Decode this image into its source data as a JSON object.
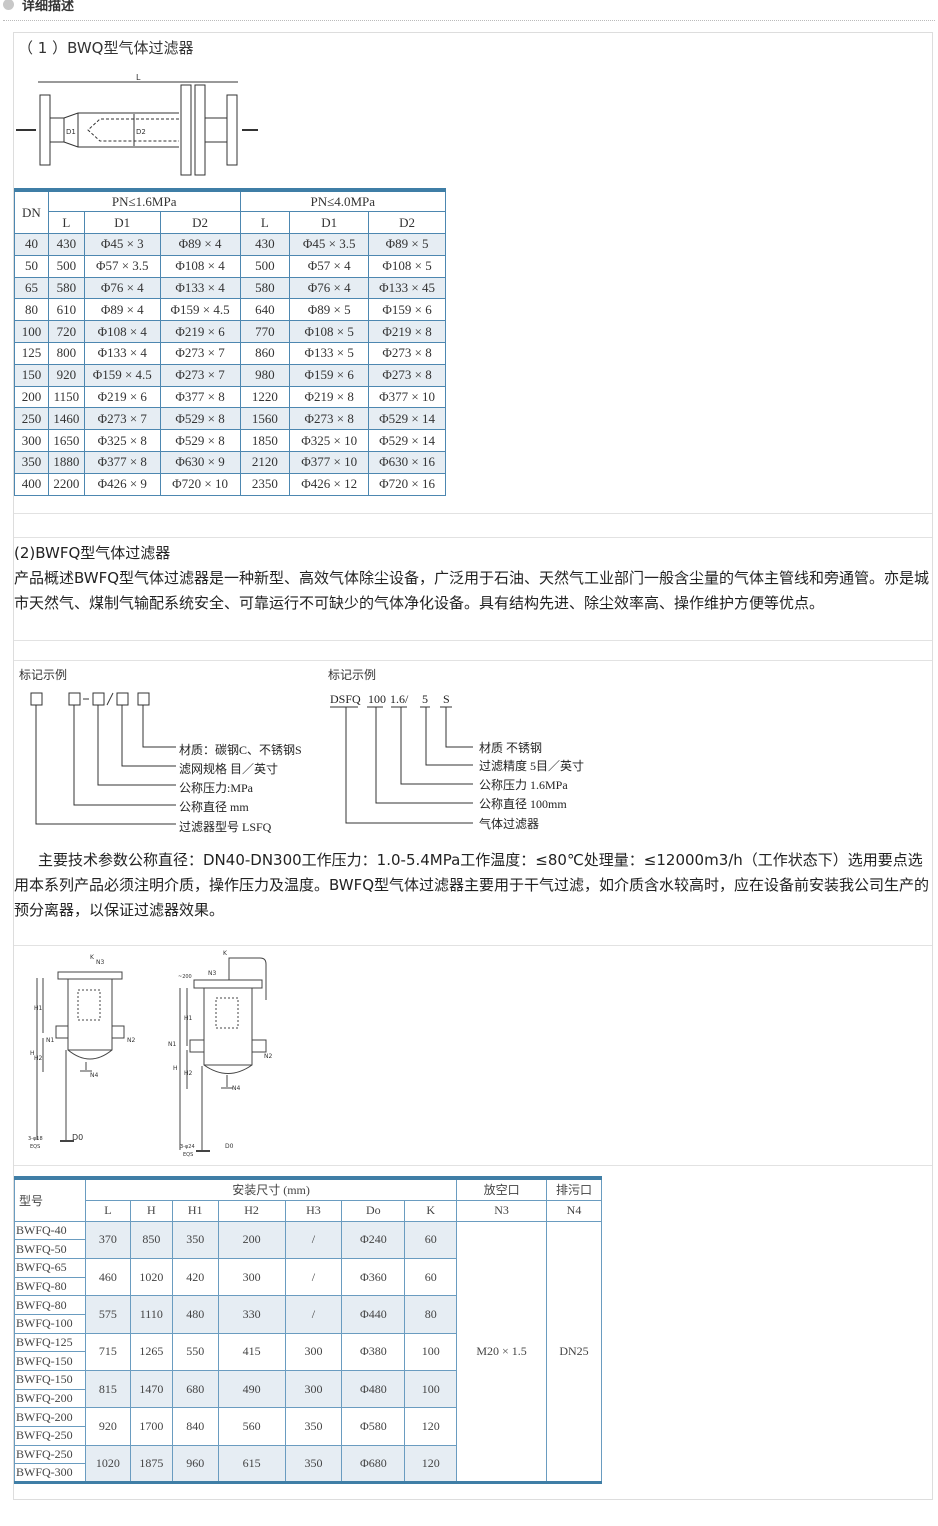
{
  "header": {
    "title": "详细描述"
  },
  "section1": {
    "title": "（ 1 ）BWQ型气体过滤器",
    "diagram_labels": {
      "length": "L",
      "d1": "D1",
      "d2": "D2"
    },
    "table": {
      "dn_header": "DN",
      "group1": "PN≤1.6MPa",
      "group2": "PN≤4.0MPa",
      "subheaders": [
        "L",
        "D1",
        "D2",
        "L",
        "D1",
        "D2"
      ],
      "rows": [
        [
          "40",
          "430",
          "Φ45 × 3",
          "Φ89 × 4",
          "430",
          "Φ45 × 3.5",
          "Φ89 × 5"
        ],
        [
          "50",
          "500",
          "Φ57 × 3.5",
          "Φ108 × 4",
          "500",
          "Φ57 × 4",
          "Φ108 × 5"
        ],
        [
          "65",
          "580",
          "Φ76 × 4",
          "Φ133 × 4",
          "580",
          "Φ76 × 4",
          "Φ133 × 45"
        ],
        [
          "80",
          "610",
          "Φ89 × 4",
          "Φ159 × 4.5",
          "640",
          "Φ89 × 5",
          "Φ159 × 6"
        ],
        [
          "100",
          "720",
          "Φ108 × 4",
          "Φ219 × 6",
          "770",
          "Φ108 × 5",
          "Φ219 × 8"
        ],
        [
          "125",
          "800",
          "Φ133 × 4",
          "Φ273 × 7",
          "860",
          "Φ133 × 5",
          "Φ273 × 8"
        ],
        [
          "150",
          "920",
          "Φ159 × 4.5",
          "Φ273 × 7",
          "980",
          "Φ159 × 6",
          "Φ273 × 8"
        ],
        [
          "200",
          "1150",
          "Φ219 × 6",
          "Φ377 × 8",
          "1220",
          "Φ219 × 8",
          "Φ377 × 10"
        ],
        [
          "250",
          "1460",
          "Φ273 × 7",
          "Φ529 × 8",
          "1560",
          "Φ273 × 8",
          "Φ529 × 14"
        ],
        [
          "300",
          "1650",
          "Φ325 × 8",
          "Φ529 × 8",
          "1850",
          "Φ325 × 10",
          "Φ529 × 14"
        ],
        [
          "350",
          "1880",
          "Φ377 × 8",
          "Φ630 × 9",
          "2120",
          "Φ377 × 10",
          "Φ630 × 16"
        ],
        [
          "400",
          "2200",
          "Φ426 × 9",
          "Φ720 × 10",
          "2350",
          "Φ426 × 12",
          "Φ720 × 16"
        ]
      ]
    }
  },
  "section2": {
    "title": "(2)BWFQ型气体过滤器",
    "description": "产品概述BWFQ型气体过滤器是一种新型、高效气体除尘设备，广泛用于石油、天然气工业部门一般含尘量的气体主管线和旁通管。亦是城市天然气、煤制气输配系统安全、可靠运行不可缺少的气体净化设备。具有结构先进、除尘效率高、操作维护方便等优点。",
    "marking_left": {
      "title": "标记示例",
      "code": "□  □-□/□ □",
      "items": [
        "材质：碳钢C、不锈钢S",
        "滤网规格 目／英寸",
        "公称压力:MPa",
        "公称直径 mm",
        "过滤器型号 LSFQ"
      ]
    },
    "marking_right": {
      "title": "标记示例",
      "code": [
        "DSFQ",
        "100",
        "1.6/",
        "5",
        "S"
      ],
      "items": [
        "材质 不锈钢",
        "过滤精度 5目／英寸",
        "公称压力 1.6MPa",
        "公称直径 100mm",
        "气体过滤器"
      ]
    },
    "params": "主要技术参数公称直径：DN40-DN300工作压力：1.0-5.4MPa工作温度：≤80℃处理量：≤12000m3/h（工作状态下）选用要点选用本系列产品必须注明介质，操作压力及温度。BWFQ型气体过滤器主要用于干气过滤，如介质含水较高时，应在设备前安装我公司生产的预分离器，以保证过滤器效果。",
    "diagram_labels": {
      "n1": "N1",
      "n2": "N2",
      "n3": "N3",
      "n4": "N4",
      "h": "H",
      "h1": "H1",
      "h2": "H2",
      "k": "K",
      "d0": "D0",
      "eqs": "EQS",
      "bolt1": "3-φ18",
      "bolt2": "3-φ24",
      "top": "~200"
    },
    "table": {
      "model_header": "型号",
      "install_header": "安装尺寸 (mm)",
      "vent_header": "放空口",
      "vent_sub": "N3",
      "drain_header": "排污口",
      "drain_sub": "N4",
      "subheaders": [
        "L",
        "H",
        "H1",
        "H2",
        "H3",
        "Do",
        "K"
      ],
      "vent_value": "M20 × 1.5",
      "drain_value": "DN25",
      "groups": [
        {
          "models": [
            "BWFQ-40",
            "BWFQ-50"
          ],
          "values": [
            "370",
            "850",
            "350",
            "200",
            "/",
            "Φ240",
            "60"
          ]
        },
        {
          "models": [
            "BWFQ-65",
            "BWFQ-80"
          ],
          "values": [
            "460",
            "1020",
            "420",
            "300",
            "/",
            "Φ360",
            "60"
          ]
        },
        {
          "models": [
            "BWFQ-80",
            "BWFQ-100"
          ],
          "values": [
            "575",
            "1110",
            "480",
            "330",
            "/",
            "Φ440",
            "80"
          ]
        },
        {
          "models": [
            "BWFQ-125",
            "BWFQ-150"
          ],
          "values": [
            "715",
            "1265",
            "550",
            "415",
            "300",
            "Φ380",
            "100"
          ]
        },
        {
          "models": [
            "BWFQ-150",
            "BWFQ-200"
          ],
          "values": [
            "815",
            "1470",
            "680",
            "490",
            "300",
            "Φ480",
            "100"
          ]
        },
        {
          "models": [
            "BWFQ-200",
            "BWFQ-250"
          ],
          "values": [
            "920",
            "1700",
            "840",
            "560",
            "350",
            "Φ580",
            "120"
          ]
        },
        {
          "models": [
            "BWFQ-250",
            "BWFQ-300"
          ],
          "values": [
            "1020",
            "1875",
            "960",
            "615",
            "350",
            "Φ680",
            "120"
          ]
        }
      ]
    }
  }
}
